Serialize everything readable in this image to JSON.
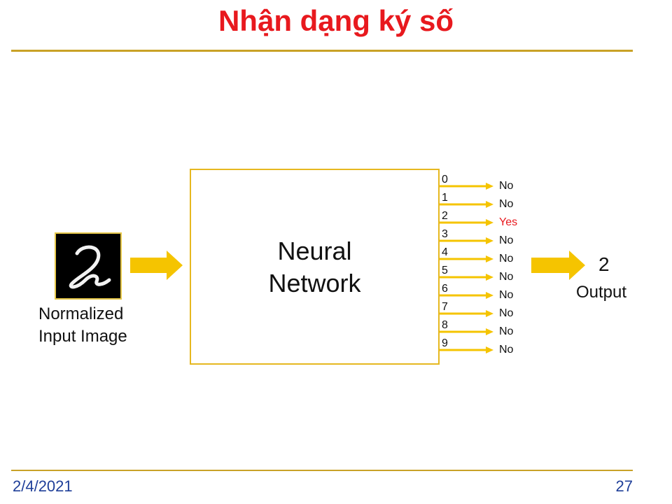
{
  "slide": {
    "title": "Nhận dạng ký số",
    "date": "2/4/2021",
    "page_number": "27"
  },
  "input": {
    "caption_line1": "Normalized",
    "caption_line2": "Input Image"
  },
  "network": {
    "label_line1": "Neural",
    "label_line2": "Network"
  },
  "outputs": [
    {
      "index": "0",
      "answer": "No"
    },
    {
      "index": "1",
      "answer": "No"
    },
    {
      "index": "2",
      "answer": "Yes"
    },
    {
      "index": "3",
      "answer": "No"
    },
    {
      "index": "4",
      "answer": "No"
    },
    {
      "index": "5",
      "answer": "No"
    },
    {
      "index": "6",
      "answer": "No"
    },
    {
      "index": "7",
      "answer": "No"
    },
    {
      "index": "8",
      "answer": "No"
    },
    {
      "index": "9",
      "answer": "No"
    }
  ],
  "result": {
    "value": "2",
    "label": "Output"
  },
  "colors": {
    "title": "#e8191e",
    "rule": "#c9a227",
    "arrow": "#f5c400",
    "yes": "#e8191e",
    "footer": "#1f3f99"
  }
}
